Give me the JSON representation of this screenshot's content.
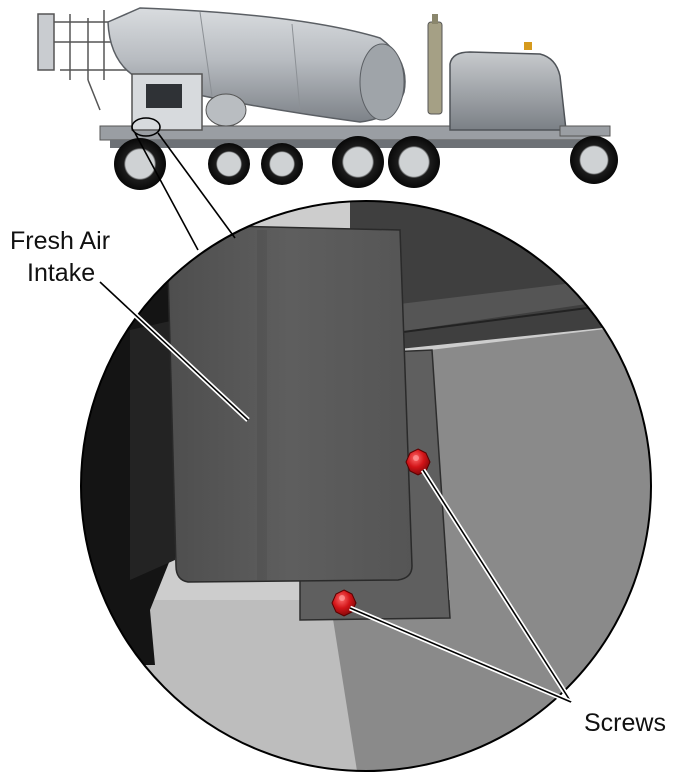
{
  "callouts": {
    "fresh_air_line1": "Fresh Air",
    "fresh_air_line2": "Intake",
    "screws": "Screws"
  },
  "colors": {
    "screw_red": "#d21418",
    "panel_dark": "#5a5a5a",
    "panel_mid": "#6e6e6e",
    "background_light": "#cfcfcf",
    "mixer_drum": "#b4b8bd"
  }
}
